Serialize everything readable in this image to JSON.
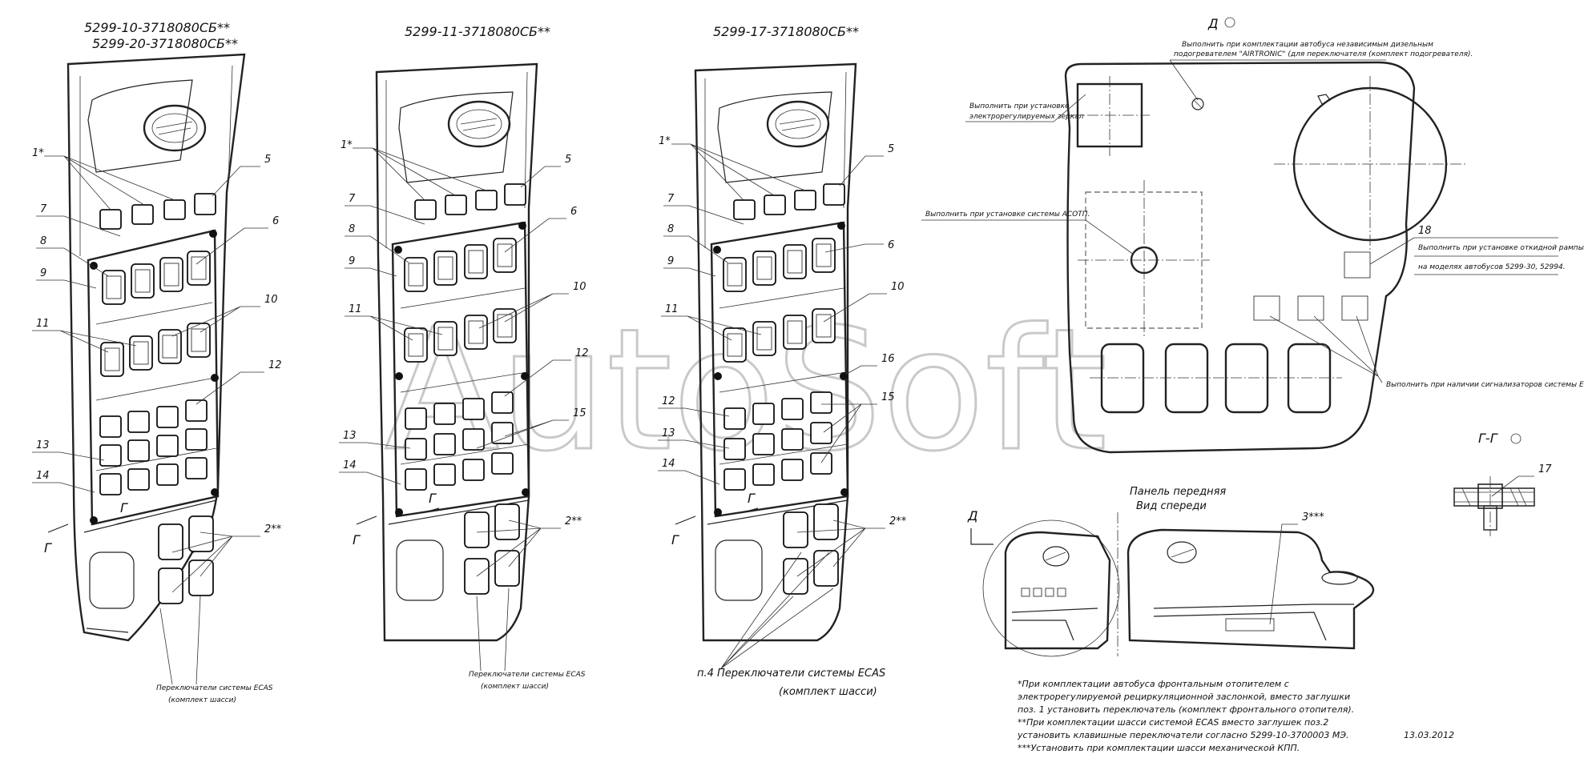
{
  "titles": {
    "panel1_line1": "5299-10-3718080СБ**",
    "panel1_line2": "5299-20-3718080СБ**",
    "panel2": "5299-11-3718080СБ**",
    "panel3": "5299-17-3718080СБ**"
  },
  "callouts": {
    "c1": "1*",
    "c2": "2**",
    "c3": "3***",
    "c5": "5",
    "c6": "6",
    "c7": "7",
    "c8": "8",
    "c9": "9",
    "c10": "10",
    "c11": "11",
    "c12": "12",
    "c13": "13",
    "c14": "14",
    "c15": "15",
    "c16": "16",
    "c17": "17",
    "c18": "18"
  },
  "section_marks": {
    "g": "Г",
    "d": "Д",
    "view_d": "Д",
    "view_g": "Г-Г"
  },
  "ecas_labels": {
    "p1_line1": "Переключатели системы ECAS",
    "p1_line2": "(комплект шасси)",
    "p2_line1": "Переключатели системы ECAS",
    "p2_line2": "(комплект шасси)",
    "p3_line1": "п.4 Переключатели системы ECAS",
    "p3_line2": "(комплект шасси)"
  },
  "view_d_notes": {
    "airtronic_line1": "Выполнить при комплектации автобуса независимым дизельным",
    "airtronic_line2": "подогревателем \"AIRTRONIC\" (для переключателя (комплект подогревателя).",
    "mirror_line1": "Выполнить при установке",
    "mirror_line2": "электрорегулируемых зеркал",
    "asotp": "Выполнить при установке системы АСОТП.",
    "ramp_line1": "Выполнить при установке откидной рампы",
    "ramp_line2": "на моделях автобусов 5299-30, 52994.",
    "ecas_ind": "Выполнить при наличии сигнализаторов системы ECAS"
  },
  "front_panel": {
    "line1": "Панель передняя",
    "line2": "Вид спереди"
  },
  "footnotes": [
    "*При комплектации автобуса фронтальным отопителем с",
    "электрорегулируемой рециркуляционной заслонкой, вместо заглушки",
    "поз. 1 установить переключатель (комплект фронтального отопителя).",
    "**При комплектации шасси системой ECAS вместо заглушек поз.2",
    "установить клавишные переключатели согласно 5299-10-3700003 МЭ.",
    "***Установить при комплектации шасси механической КПП."
  ],
  "date": "13.03.2012",
  "watermark": "AutoSoft"
}
